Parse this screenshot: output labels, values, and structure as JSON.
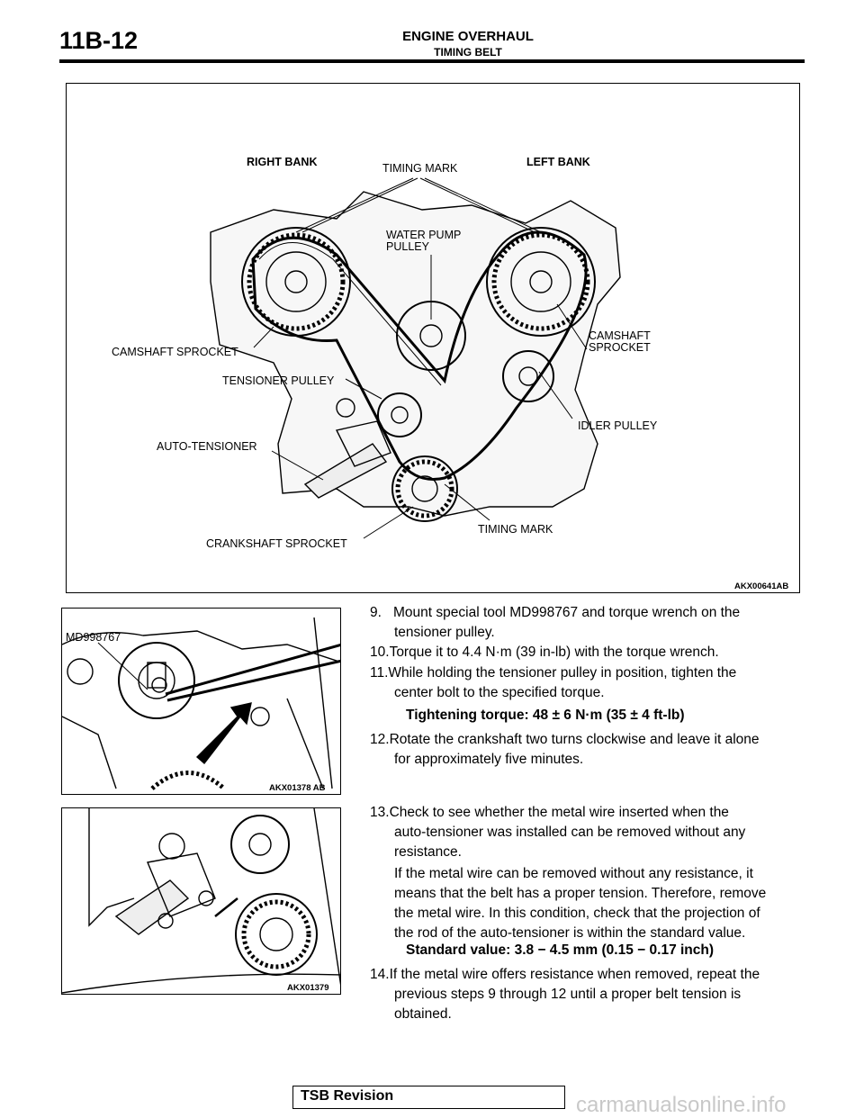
{
  "header": {
    "page_number": "11B-12",
    "section_title": "ENGINE OVERHAUL",
    "subsection_title": "TIMING BELT"
  },
  "figure_main": {
    "id": "AKX00641AB",
    "labels": {
      "right_bank": "RIGHT BANK",
      "left_bank": "LEFT BANK",
      "timing_mark_top": "TIMING MARK",
      "water_pump_line1": "WATER PUMP",
      "water_pump_line2": "PULLEY",
      "camshaft_sprocket_left": "CAMSHAFT SPROCKET",
      "camshaft_line1": "CAMSHAFT",
      "camshaft_line2": "SPROCKET",
      "tensioner_pulley": "TENSIONER PULLEY",
      "idler_pulley": "IDLER PULLEY",
      "auto_tensioner": "AUTO-TENSIONER",
      "crankshaft_sprocket": "CRANKSHAFT SPROCKET",
      "timing_mark_bottom": "TIMING MARK"
    }
  },
  "figure_tool": {
    "id": "AKX01378 AB",
    "label": "MD998767"
  },
  "figure_rod": {
    "id": "AKX01379"
  },
  "steps": [
    {
      "num": "9.",
      "line1": "Mount special tool MD998767 and torque wrench on the",
      "line2": "tensioner pulley."
    },
    {
      "num": "10.",
      "line1": "Torque it to 4.4 N·m (39 in-lb) with the torque wrench."
    },
    {
      "num": "11.",
      "line1": "While holding the tensioner pulley in position, tighten the",
      "line2": "center bolt to the specified torque."
    },
    {
      "spec": "Tightening torque: 48 ± 6 N·m (35 ± 4 ft-lb)"
    },
    {
      "num": "12.",
      "line1": "Rotate the crankshaft two turns clockwise and leave it alone",
      "line2": "for approximately five minutes."
    },
    {
      "num": "13.",
      "line1": "Check to see whether the metal wire inserted when the",
      "line2": "auto-tensioner was installed can be removed without any",
      "line3": "resistance."
    },
    {
      "para1": "If the metal wire can be removed without any resistance, it",
      "para2": "means that the belt has a proper tension. Therefore, remove",
      "para3": "the metal wire. In this condition, check that the projection of",
      "para4": "the rod of the auto-tensioner is within the standard value."
    },
    {
      "spec": "Standard value: 3.8 − 4.5 mm (0.15 − 0.17 inch)"
    },
    {
      "num": "14.",
      "line1": "If the metal wire offers resistance when removed, repeat the",
      "line2": "previous steps 9 through 12 until a proper belt tension is",
      "line3": "obtained."
    }
  ],
  "footer": {
    "label": "TSB Revision"
  },
  "watermark": "carmanualsonline.info"
}
